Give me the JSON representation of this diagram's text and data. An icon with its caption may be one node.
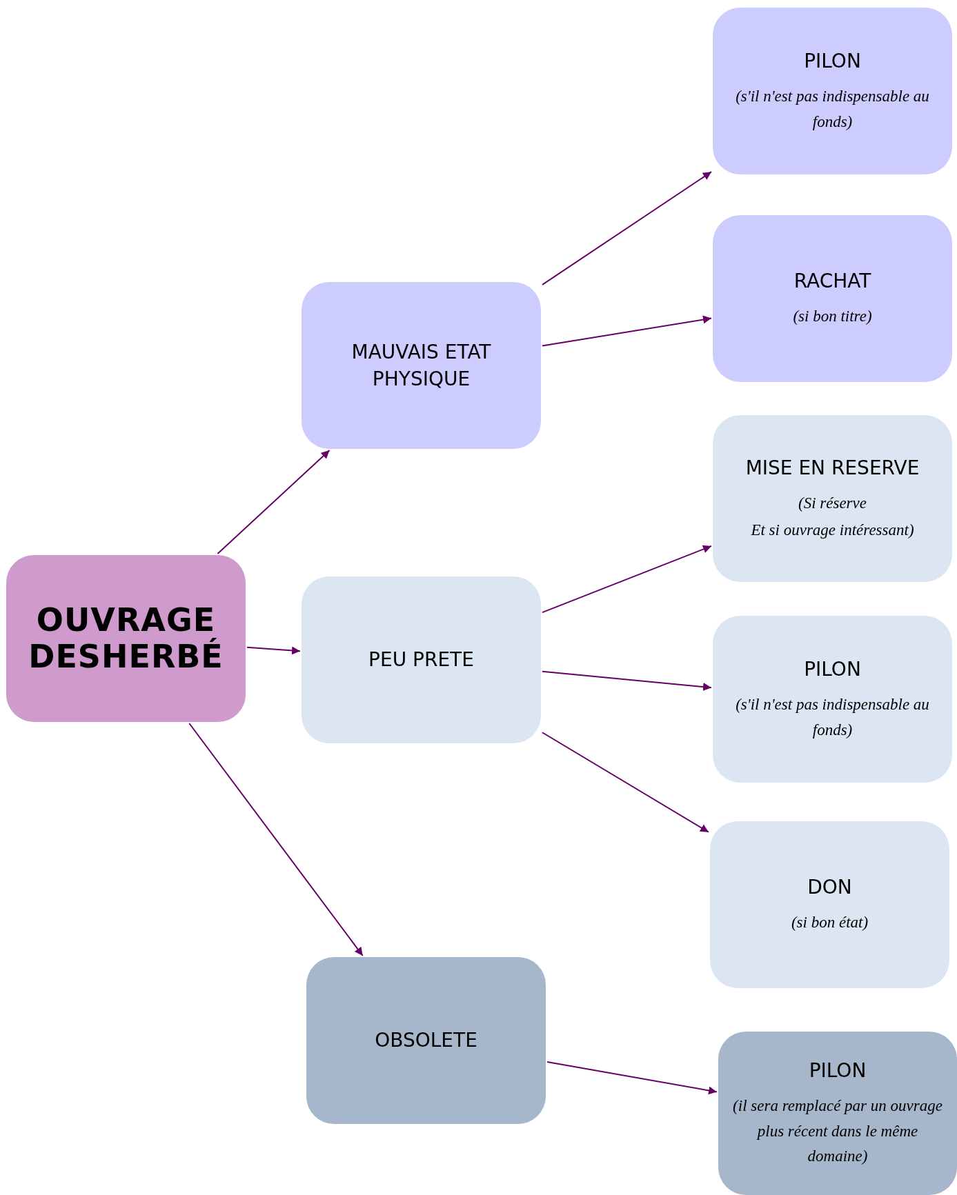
{
  "diagram": {
    "nodes": [
      {
        "text": [
          "OUVRAGE DESHERBÉ"
        ]
      },
      {
        "text": [
          "MAUVAIS ETAT PHYSIQUE"
        ]
      },
      {
        "text": [
          "PEU PRETE"
        ]
      },
      {
        "text": [
          "OBSOLETE"
        ]
      },
      {
        "text": [
          "PILON",
          "(s'il n'est pas indispensable au fonds)"
        ]
      },
      {
        "text": [
          "RACHAT",
          "(si bon titre)"
        ]
      },
      {
        "text": [
          "MISE EN RESERVE",
          "(Si réserve",
          "Et si ouvrage intéressant)"
        ]
      },
      {
        "text": [
          "PILON",
          "(s'il n'est pas indispensable au fonds)"
        ]
      },
      {
        "text": [
          "DON",
          "(si bon état)"
        ]
      },
      {
        "text": [
          "PILON",
          "(il sera remplacé par un ouvrage plus récent dans le même domaine)"
        ]
      }
    ],
    "edges": [
      {
        "from": 0,
        "to": 1,
        "arrow": "to"
      },
      {
        "from": 0,
        "to": 2,
        "arrow": "to"
      },
      {
        "from": 0,
        "to": 3,
        "arrow": "to"
      },
      {
        "from": 1,
        "to": 4,
        "arrow": "to"
      },
      {
        "from": 1,
        "to": 5,
        "arrow": "to"
      },
      {
        "from": 2,
        "to": 6,
        "arrow": "to"
      },
      {
        "from": 2,
        "to": 7,
        "arrow": "to"
      },
      {
        "from": 2,
        "to": 8,
        "arrow": "to"
      },
      {
        "from": 3,
        "to": 9,
        "arrow": "to"
      }
    ]
  }
}
